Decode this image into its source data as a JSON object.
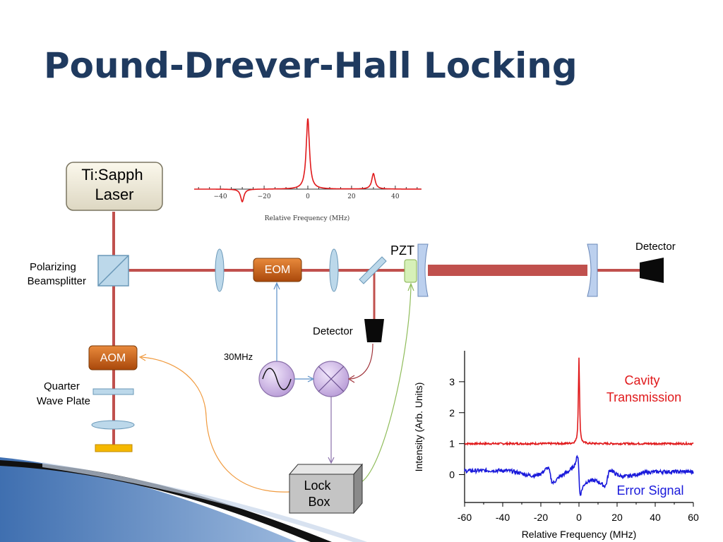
{
  "slide": {
    "title": "Pound-Drever-Hall Locking"
  },
  "components": {
    "laser": "Ti:Sapph\nLaser",
    "polarizing_beamsplitter": "Polarizing\nBeamsplitter",
    "aom": "AOM",
    "quarter_wave_plate": "Quarter\nWave Plate",
    "eom": "EOM",
    "pzt": "PZT",
    "detector_transmission": "Detector",
    "detector_reflection": "Detector",
    "oscillator_freq": "30MHz",
    "lock_box": "Lock\nBox"
  },
  "colors": {
    "beam": "#c0504d",
    "title": "#1f3a5f",
    "box_orange": "#c55a11",
    "mixer": "#c9b3e0",
    "transmission": "#e0191b",
    "error": "#1a1adb"
  },
  "chart_data": [
    {
      "type": "line",
      "title": "",
      "xlabel": "Relative Frequency (MHz)",
      "ylabel": "",
      "xlim": [
        -52,
        52
      ],
      "x_ticks": [
        -40,
        -20,
        0,
        20,
        40
      ],
      "series": [
        {
          "peaks": [
            {
              "x": -30,
              "height": -0.18
            },
            {
              "x": 0,
              "height": 1.0
            },
            {
              "x": 30,
              "height": 0.22
            }
          ]
        }
      ]
    },
    {
      "type": "line",
      "title": "",
      "xlabel": "Relative Frequency (MHz)",
      "ylabel": "Intensity (Arb. Units)",
      "xlim": [
        -60,
        60
      ],
      "ylim": [
        -0.9,
        4.0
      ],
      "x_ticks": [
        -60,
        -40,
        -20,
        0,
        20,
        40,
        60
      ],
      "y_ticks": [
        0,
        1,
        2,
        3
      ],
      "series": [
        {
          "name": "Cavity Transmission",
          "color": "#e0191b",
          "baseline": 1.0,
          "peak_x": 0,
          "peak_y": 3.8
        },
        {
          "name": "Error Signal",
          "color": "#1a1adb",
          "baseline": 0.1,
          "features": [
            -15,
            0,
            15
          ]
        }
      ]
    }
  ]
}
